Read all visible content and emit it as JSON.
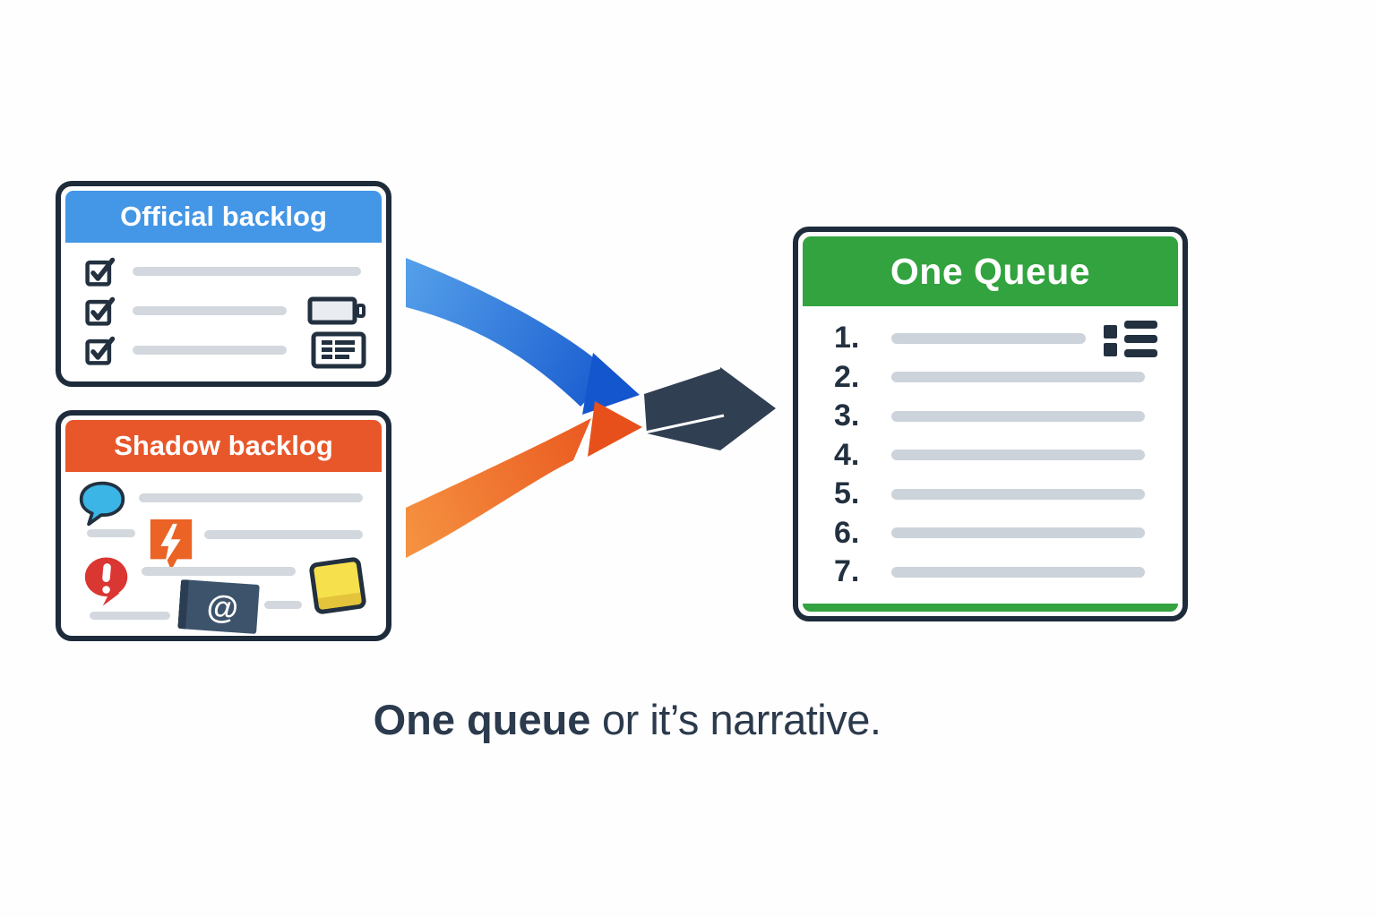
{
  "official_backlog": {
    "title": "Official backlog",
    "header_color": "#4496e6",
    "item_count": 3,
    "icons": [
      "checkbox-checked-icon",
      "checkbox-checked-icon",
      "checkbox-checked-icon",
      "battery-icon",
      "note-card-icon"
    ]
  },
  "shadow_backlog": {
    "title": "Shadow backlog",
    "header_color": "#e8572a",
    "at_symbol": "@",
    "icons": [
      "chat-bubble-icon",
      "lightning-bolt-icon",
      "exclamation-bubble-icon",
      "at-mention-card-icon",
      "sticky-note-icon"
    ]
  },
  "one_queue": {
    "title": "One Queue",
    "header_color": "#32a33e",
    "corner_icon": "list-icon",
    "numbers": [
      "1.",
      "2.",
      "3.",
      "4.",
      "5.",
      "6.",
      "7."
    ]
  },
  "arrows": {
    "official_to_merge": {
      "color_start": "#55a0ea",
      "color_end": "#1356cd"
    },
    "shadow_to_merge": {
      "color_start": "#f59140",
      "color_end": "#e8501b"
    },
    "merge_to_queue": {
      "color": "#313f52"
    }
  },
  "caption": {
    "emphasis": "One queue",
    "rest": " or it’s narrative."
  },
  "colors": {
    "background": "#fefefe",
    "card_border": "#1d2b3a",
    "placeholder_line": "#d2d8dd",
    "dark_text": "#22303f"
  }
}
